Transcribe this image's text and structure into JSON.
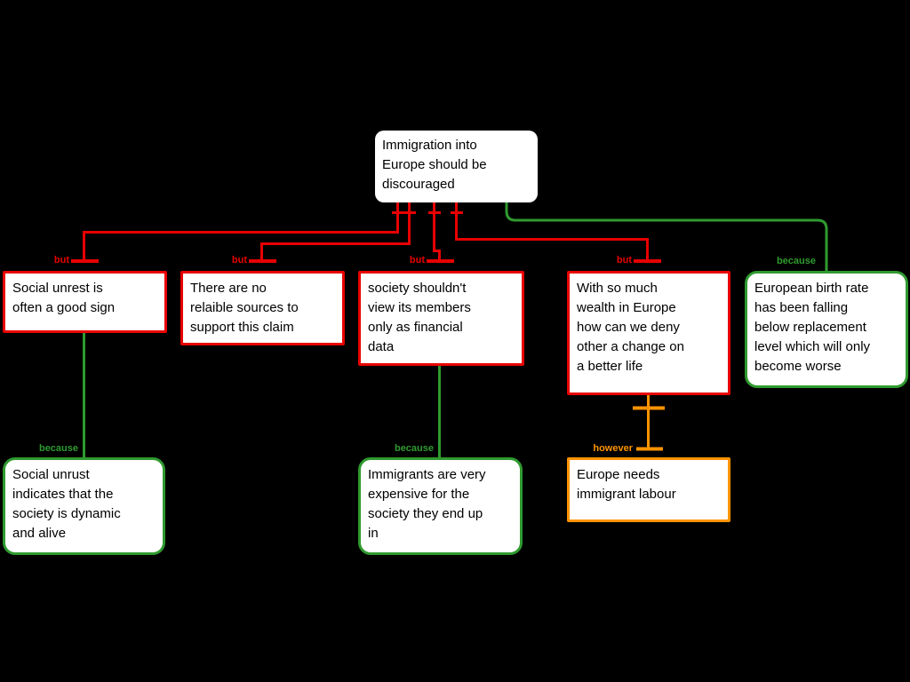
{
  "colors": {
    "background": "#000000",
    "node_fill": "#ffffff",
    "node_text": "#000000",
    "attack": "#e80000",
    "support": "#2f9a2f",
    "rebut": "#ff9300"
  },
  "nodes": {
    "claim": {
      "text": "Immigration into\nEurope should be\ndiscouraged"
    },
    "objection1": {
      "text": "Social unrest is\noften a good sign"
    },
    "objection2": {
      "text": "There are no\nrelaible sources to\nsupport this claim"
    },
    "objection3": {
      "text": "society shouldn't\nview its members\nonly as financial\ndata"
    },
    "objection4": {
      "text": "With so much\nwealth in Europe\nhow can we deny\nother a change on\na better life"
    },
    "support_birthrate": {
      "text": "European birth rate\nhas been falling\nbelow replacement\nlevel which will only\nbecome worse"
    },
    "support_dynamic": {
      "text": "Social unrust\nindicates that the\nsociety is dynamic\nand alive"
    },
    "support_expensive": {
      "text": "Immigrants are very\nexpensive for the\nsociety they end up\nin"
    },
    "rebuttal_labour": {
      "text": "Europe needs\nimmigrant labour"
    }
  },
  "edges": [
    {
      "from": "objection1",
      "to": "claim",
      "label": "but",
      "type": "attack"
    },
    {
      "from": "objection2",
      "to": "claim",
      "label": "but",
      "type": "attack"
    },
    {
      "from": "objection3",
      "to": "claim",
      "label": "but",
      "type": "attack"
    },
    {
      "from": "objection4",
      "to": "claim",
      "label": "but",
      "type": "attack"
    },
    {
      "from": "support_birthrate",
      "to": "claim",
      "label": "because",
      "type": "support"
    },
    {
      "from": "support_dynamic",
      "to": "objection1",
      "label": "because",
      "type": "support"
    },
    {
      "from": "support_expensive",
      "to": "objection3",
      "label": "because",
      "type": "support"
    },
    {
      "from": "rebuttal_labour",
      "to": "objection4",
      "label": "however",
      "type": "rebuttal"
    }
  ]
}
